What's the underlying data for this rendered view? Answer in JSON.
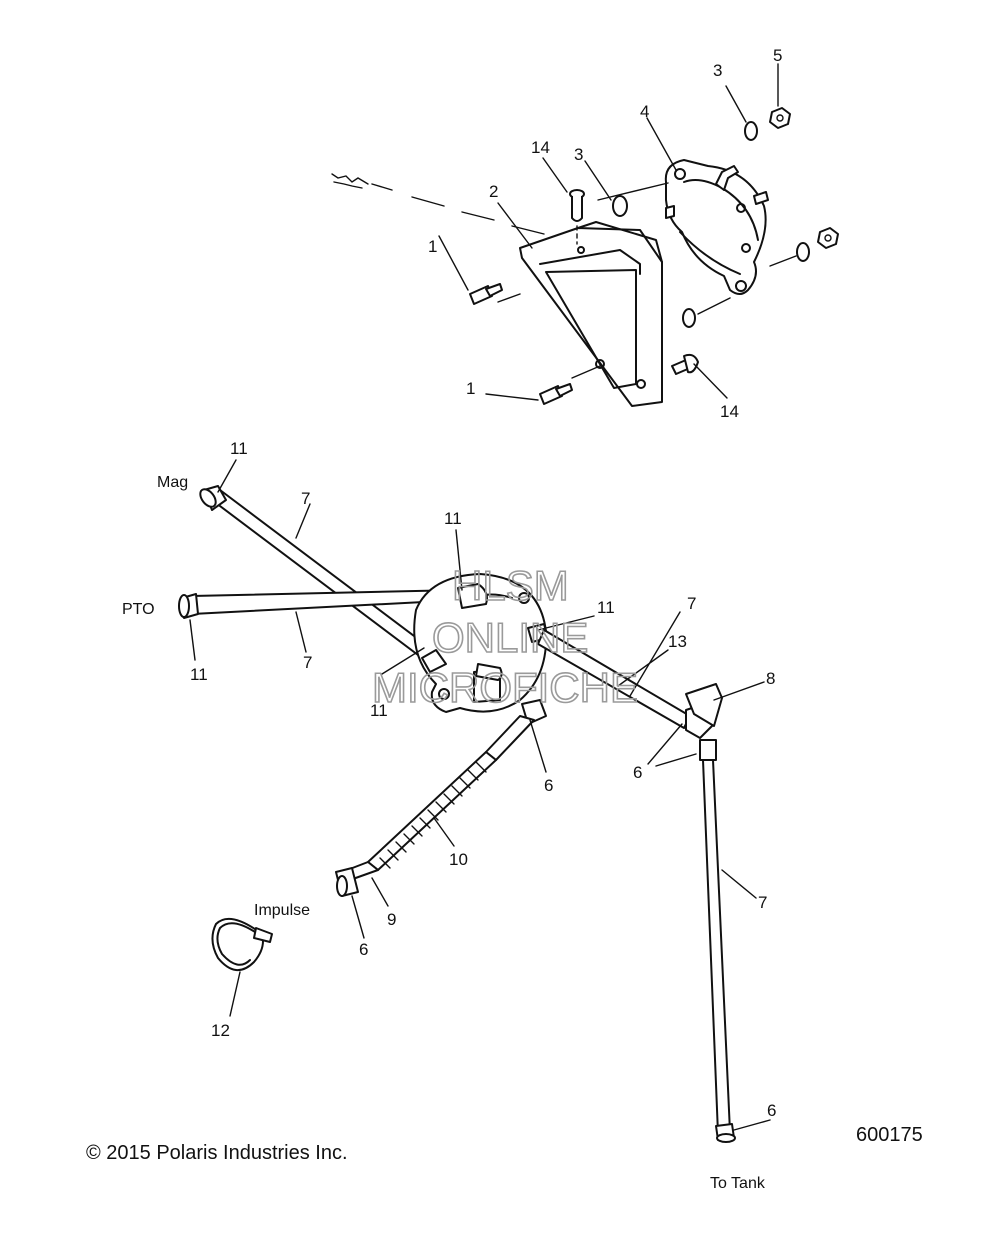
{
  "figure": {
    "number": "600175",
    "copyright": "© 2015 Polaris Industries Inc."
  },
  "callouts": {
    "c1a": "1",
    "c1b": "1",
    "c2": "2",
    "c3a": "3",
    "c3b": "3",
    "c4": "4",
    "c5": "5",
    "c14a": "14",
    "c14b": "14",
    "c11a": "11",
    "c11b": "11",
    "c11c": "11",
    "c11d": "11",
    "c11e": "11",
    "c7a": "7",
    "c7b": "7",
    "c7c": "7",
    "c7d": "7",
    "c6a": "6",
    "c6b": "6",
    "c6c": "6",
    "c6d": "6",
    "c8": "8",
    "c9": "9",
    "c10": "10",
    "c12": "12",
    "c13": "13"
  },
  "notes": {
    "mag": "Mag",
    "pto": "PTO",
    "impulse": "Impulse",
    "to_tank": "To Tank"
  },
  "watermark": {
    "line1": "HLSM",
    "line2": "ONLINE",
    "line3": "MICROFICHE"
  }
}
